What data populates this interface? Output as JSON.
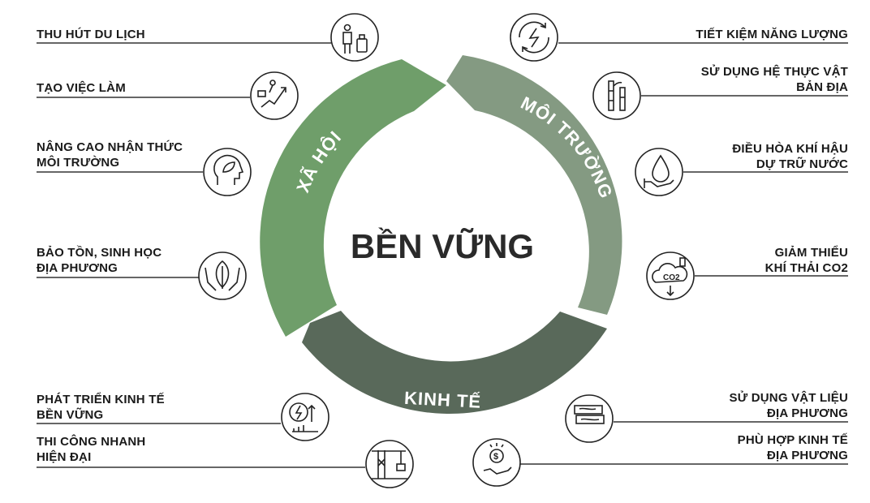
{
  "center_title": "BỀN VỮNG",
  "segments": {
    "social": {
      "label": "XÃ HỘI",
      "color": "#6f9e6a"
    },
    "environment": {
      "label": "MÔI TRƯỜNG",
      "color": "#849a82"
    },
    "economy": {
      "label": "KINH TẾ",
      "color": "#59695a"
    }
  },
  "items_left": [
    {
      "lines": [
        "THU HÚT DU LỊCH"
      ],
      "icon": "tourist-luggage-icon"
    },
    {
      "lines": [
        "TẠO VIỆC LÀM"
      ],
      "icon": "career-growth-icon"
    },
    {
      "lines": [
        "NÂNG CAO NHẬN THỨC",
        "MÔI TRƯỜNG"
      ],
      "icon": "eco-mind-icon"
    },
    {
      "lines": [
        "BẢO TỒN, SINH HỌC",
        "ĐỊA PHƯƠNG"
      ],
      "icon": "hands-leaf-icon"
    },
    {
      "lines": [
        "PHÁT TRIỂN KINH TẾ",
        "BỀN VỮNG"
      ],
      "icon": "energy-growth-icon"
    },
    {
      "lines": [
        "THI CÔNG NHANH",
        "HIỆN ĐẠI"
      ],
      "icon": "crane-icon"
    }
  ],
  "items_right": [
    {
      "lines": [
        "TIẾT KIỆM NĂNG LƯỢNG"
      ],
      "icon": "renewable-energy-icon"
    },
    {
      "lines": [
        "SỬ DỤNG HỆ THỰC VẬT",
        "BẢN ĐỊA"
      ],
      "icon": "bamboo-icon"
    },
    {
      "lines": [
        "ĐIỀU HÒA KHÍ HẬU",
        "DỰ TRỮ NƯỚC"
      ],
      "icon": "water-drop-hand-icon"
    },
    {
      "lines": [
        "GIẢM THIỂU",
        "KHÍ THẢI CO2"
      ],
      "icon": "co2-cloud-icon"
    },
    {
      "lines": [
        "SỬ DỤNG VẬT LIỆU",
        "ĐỊA PHƯƠNG"
      ],
      "icon": "wood-material-icon"
    },
    {
      "lines": [
        "PHÙ HỢP KINH TẾ",
        "ĐỊA PHƯƠNG"
      ],
      "icon": "money-hand-icon"
    }
  ],
  "icon_glyphs": {
    "co2": "CO2"
  }
}
